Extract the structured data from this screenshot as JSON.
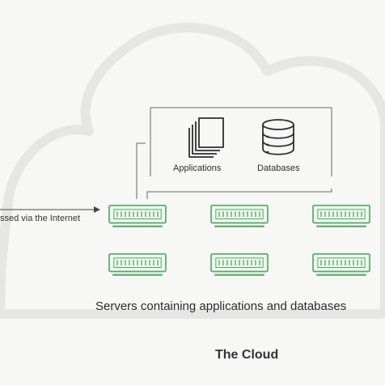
{
  "diagram": {
    "internet_label": "ssed via the Internet",
    "applications_label": "Applications",
    "databases_label": "Databases",
    "servers_caption": "Servers containing applications and databases",
    "cloud_title": "The Cloud",
    "server_count": 6
  },
  "icons": {
    "applications": "documents-stack-icon",
    "databases": "database-cylinder-icon",
    "server": "server-rack-icon"
  },
  "colors": {
    "background": "#f7f7f6",
    "cloud_outline": "#e6e6e4",
    "server_green": "#55a865",
    "server_fill": "#eef7ef",
    "line": "#444444"
  }
}
